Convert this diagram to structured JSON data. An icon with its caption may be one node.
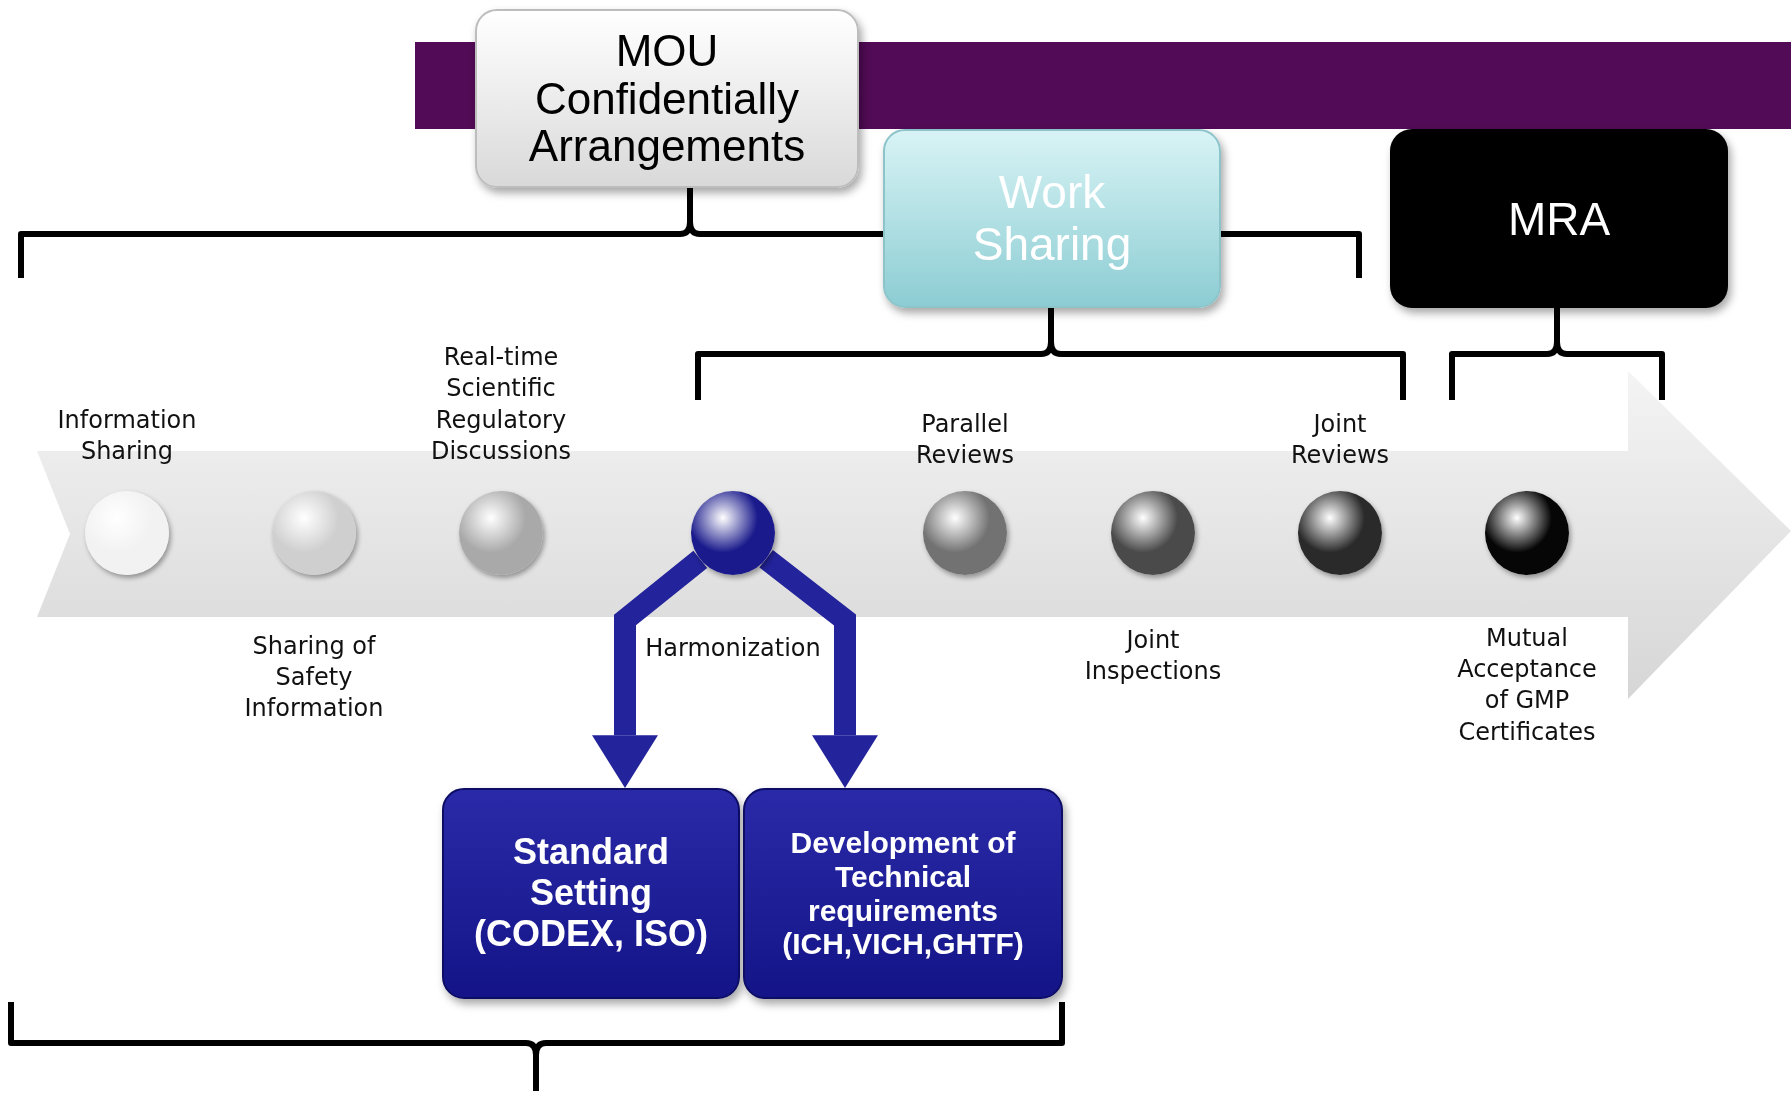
{
  "diagram": {
    "nodes": [
      {
        "text": [
          "MOU Confidentially Arrangements"
        ]
      },
      {
        "text": [
          "Work Sharing"
        ]
      },
      {
        "text": [
          "MRA"
        ]
      },
      {
        "text": [],
        "shape": "circle",
        "beside": [
          "Information Sharing"
        ]
      },
      {
        "text": [],
        "shape": "circle",
        "beside": [
          "Sharing of Safety Information"
        ]
      },
      {
        "text": [],
        "shape": "circle",
        "beside": [
          "Real-time Scientific Regulatory Discussions"
        ]
      },
      {
        "text": [],
        "shape": "circle",
        "beside": [
          "Harmonization"
        ]
      },
      {
        "text": [],
        "shape": "circle",
        "beside": [
          "Parallel Reviews"
        ]
      },
      {
        "text": [],
        "shape": "circle",
        "beside": [
          "Joint Inspections"
        ]
      },
      {
        "text": [],
        "shape": "circle",
        "beside": [
          "Joint Reviews"
        ]
      },
      {
        "text": [],
        "shape": "circle",
        "beside": [
          "Mutual Acceptance of GMP Certificates"
        ]
      },
      {
        "text": [
          "Standard Setting (CODEX, ISO)"
        ]
      },
      {
        "text": [
          "Development of Technical requirements (ICH,VICH,GHTF)"
        ]
      },
      {
        "text": [],
        "shape": "bar"
      },
      {
        "text": [],
        "shape": "bar"
      }
    ],
    "edges": [
      {
        "from": 6,
        "to": 11,
        "arrow": "to"
      },
      {
        "from": 6,
        "to": 12,
        "arrow": "to"
      }
    ]
  }
}
